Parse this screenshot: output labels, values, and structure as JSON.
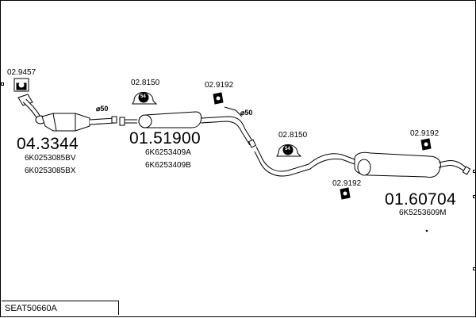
{
  "diagram_title": "SEAT50660A",
  "parts": {
    "p1": {
      "number": "04.3344",
      "refs": [
        "6K0253085BV",
        "6K0253085BX"
      ]
    },
    "p2": {
      "number": "01.51900",
      "refs": [
        "6K6253409A",
        "6K6253409B"
      ]
    },
    "p3": {
      "number": "01.60704",
      "refs": [
        "6K5253609M"
      ]
    }
  },
  "accessories": {
    "a1": "02.9457",
    "a2": "02.8150",
    "a3": "02.9192",
    "a4": "02.8150",
    "a5": "02.9192",
    "a6": "02.9192"
  },
  "diameters": {
    "d1": "⌀50",
    "d2": "⌀50"
  },
  "clamp_badge": "54"
}
